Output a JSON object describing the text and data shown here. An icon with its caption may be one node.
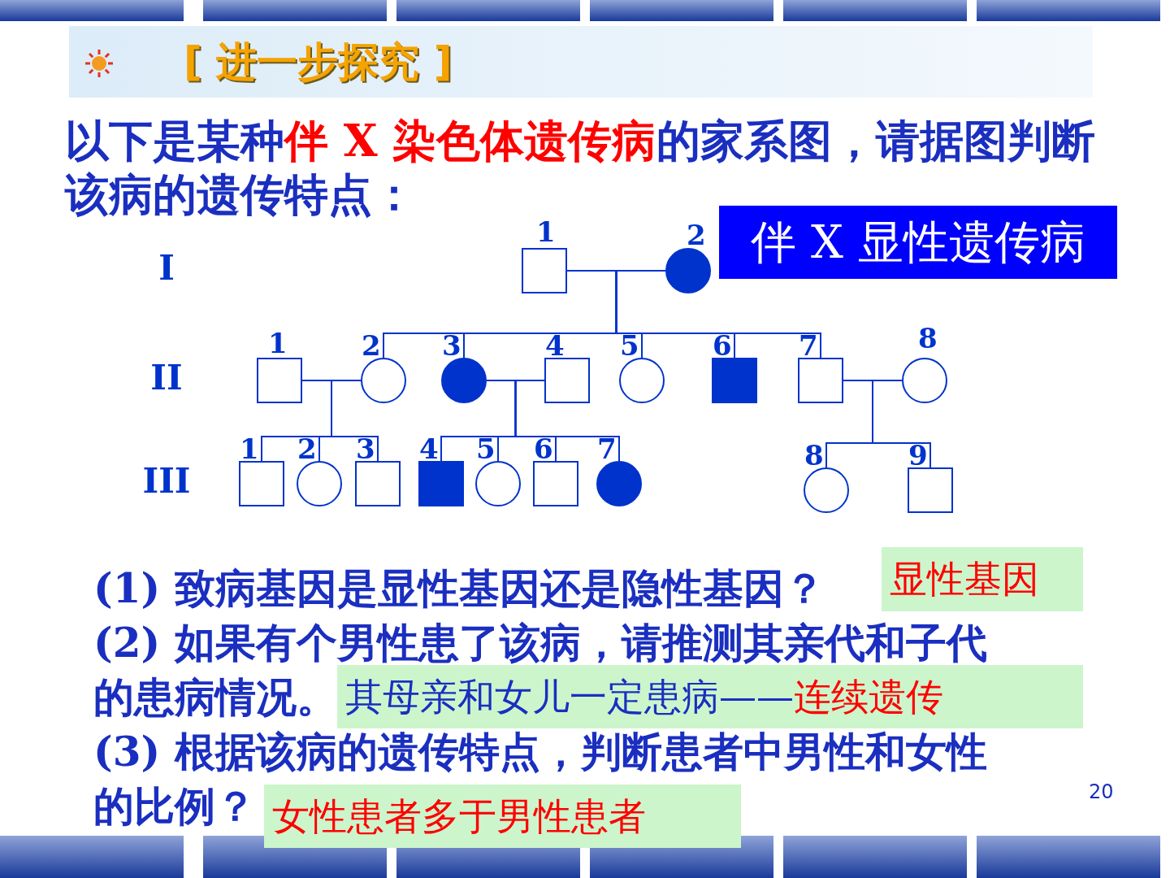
{
  "diagram": {
    "title": "[ 进一步探究 ]",
    "nodes": [
      {
        "text": [
          "伴 X 显性遗传病"
        ]
      },
      {
        "text": [],
        "shape": "box",
        "beside": [
          "1"
        ]
      },
      {
        "text": [],
        "shape": "disc",
        "beside": [
          "2"
        ]
      },
      {
        "text": [],
        "shape": "box",
        "beside": [
          "1"
        ]
      },
      {
        "text": [],
        "shape": "circle",
        "beside": [
          "2"
        ]
      },
      {
        "text": [],
        "shape": "disc",
        "beside": [
          "3"
        ]
      },
      {
        "text": [],
        "shape": "box",
        "beside": [
          "4"
        ]
      },
      {
        "text": [],
        "shape": "circle",
        "beside": [
          "5"
        ]
      },
      {
        "text": [],
        "shape": "block",
        "beside": [
          "6"
        ]
      },
      {
        "text": [],
        "shape": "box",
        "beside": [
          "7"
        ]
      },
      {
        "text": [],
        "shape": "circle",
        "beside": [
          "8"
        ]
      },
      {
        "text": [],
        "shape": "box",
        "beside": [
          "1"
        ]
      },
      {
        "text": [],
        "shape": "circle",
        "beside": [
          "2"
        ]
      },
      {
        "text": [],
        "shape": "box",
        "beside": [
          "3"
        ]
      },
      {
        "text": [],
        "shape": "block",
        "beside": [
          "4"
        ]
      },
      {
        "text": [],
        "shape": "circle",
        "beside": [
          "5"
        ]
      },
      {
        "text": [],
        "shape": "box",
        "beside": [
          "6"
        ]
      },
      {
        "text": [],
        "shape": "disc",
        "beside": [
          "7"
        ]
      },
      {
        "text": [],
        "shape": "circle",
        "beside": [
          "8"
        ]
      },
      {
        "text": [],
        "shape": "box",
        "beside": [
          "9"
        ]
      },
      {
        "text": [
          "显性基因"
        ]
      },
      {
        "text": [
          "其母亲和女儿一定患病——",
          "连续遗传"
        ]
      },
      {
        "text": [
          "女性患者多于男性患者"
        ]
      }
    ],
    "edges": [
      {
        "from": 1,
        "to": 2,
        "arrow": "none"
      },
      {
        "from": 1,
        "to": 4,
        "arrow": "none"
      },
      {
        "from": 2,
        "to": 4,
        "arrow": "none"
      },
      {
        "from": 1,
        "to": 5,
        "arrow": "none"
      },
      {
        "from": 2,
        "to": 5,
        "arrow": "none"
      },
      {
        "from": 1,
        "to": 7,
        "arrow": "none"
      },
      {
        "from": 2,
        "to": 7,
        "arrow": "none"
      },
      {
        "from": 1,
        "to": 8,
        "arrow": "none"
      },
      {
        "from": 2,
        "to": 8,
        "arrow": "none"
      },
      {
        "from": 1,
        "to": 9,
        "arrow": "none"
      },
      {
        "from": 2,
        "to": 9,
        "arrow": "none"
      },
      {
        "from": 3,
        "to": 4,
        "arrow": "none"
      },
      {
        "from": 5,
        "to": 6,
        "arrow": "none"
      },
      {
        "from": 9,
        "to": 10,
        "arrow": "none"
      },
      {
        "from": 3,
        "to": 11,
        "arrow": "none"
      },
      {
        "from": 4,
        "to": 11,
        "arrow": "none"
      },
      {
        "from": 3,
        "to": 12,
        "arrow": "none"
      },
      {
        "from": 4,
        "to": 12,
        "arrow": "none"
      },
      {
        "from": 3,
        "to": 13,
        "arrow": "none"
      },
      {
        "from": 4,
        "to": 13,
        "arrow": "none"
      },
      {
        "from": 5,
        "to": 14,
        "arrow": "none"
      },
      {
        "from": 6,
        "to": 14,
        "arrow": "none"
      },
      {
        "from": 5,
        "to": 15,
        "arrow": "none"
      },
      {
        "from": 6,
        "to": 15,
        "arrow": "none"
      },
      {
        "from": 5,
        "to": 16,
        "arrow": "none"
      },
      {
        "from": 6,
        "to": 16,
        "arrow": "none"
      },
      {
        "from": 5,
        "to": 17,
        "arrow": "none"
      },
      {
        "from": 6,
        "to": 17,
        "arrow": "none"
      },
      {
        "from": 9,
        "to": 18,
        "arrow": "none"
      },
      {
        "from": 10,
        "to": 18,
        "arrow": "none"
      },
      {
        "from": 9,
        "to": 19,
        "arrow": "none"
      },
      {
        "from": 10,
        "to": 19,
        "arrow": "none"
      }
    ],
    "labels": [
      "以下是某种",
      "伴 X 染色体遗传病",
      "的家系图，请据图判断该病的遗传特点：",
      "I",
      "II",
      "III",
      "(1) 致病基因是显性基因还是隐性基因？",
      "(2) 如果有个男性患了该病，请推测其亲代和子代的患病情况。",
      "(3) 根据该病的遗传特点，判断患者中男性和女性的比例？",
      "20"
    ]
  }
}
